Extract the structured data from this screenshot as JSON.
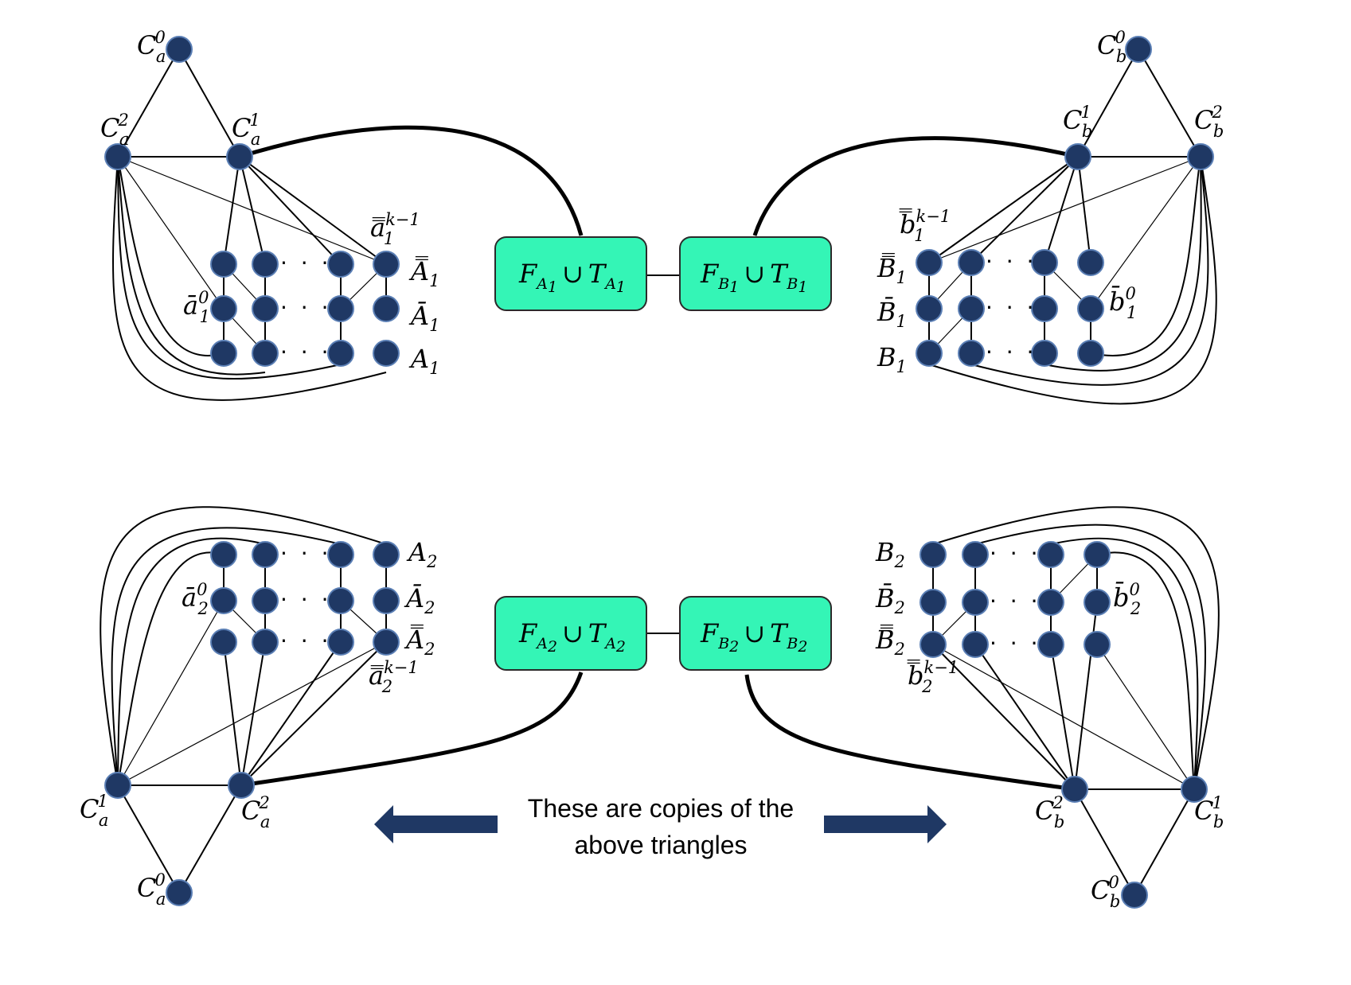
{
  "caption": {
    "line1": "These are copies of the",
    "line2": "above triangles"
  },
  "boxes": {
    "fa1": {
      "base1": "F",
      "sub1": "A",
      "subsub1": "1",
      "op": "∪",
      "base2": "T",
      "sub2": "A",
      "subsub2": "1"
    },
    "fb1": {
      "base1": "F",
      "sub1": "B",
      "subsub1": "1",
      "op": "∪",
      "base2": "T",
      "sub2": "B",
      "subsub2": "1"
    },
    "fa2": {
      "base1": "F",
      "sub1": "A",
      "subsub1": "2",
      "op": "∪",
      "base2": "T",
      "sub2": "A",
      "subsub2": "2"
    },
    "fb2": {
      "base1": "F",
      "sub1": "B",
      "subsub1": "2",
      "op": "∪",
      "base2": "T",
      "sub2": "B",
      "subsub2": "2"
    }
  },
  "labels": {
    "ca0_top": {
      "base": "C",
      "sub": "a",
      "sup": "0"
    },
    "ca1_top": {
      "base": "C",
      "sub": "a",
      "sup": "1"
    },
    "ca2_top": {
      "base": "C",
      "sub": "a",
      "sup": "2"
    },
    "cb0_top": {
      "base": "C",
      "sub": "b",
      "sup": "0"
    },
    "cb1_top": {
      "base": "C",
      "sub": "b",
      "sup": "1"
    },
    "cb2_top": {
      "base": "C",
      "sub": "b",
      "sup": "2"
    },
    "ca1_bot": {
      "base": "C",
      "sub": "a",
      "sup": "1"
    },
    "ca2_bot": {
      "base": "C",
      "sub": "a",
      "sup": "2"
    },
    "ca0_bot": {
      "base": "C",
      "sub": "a",
      "sup": "0"
    },
    "cb2_bot": {
      "base": "C",
      "sub": "b",
      "sup": "2"
    },
    "cb1_bot": {
      "base": "C",
      "sub": "b",
      "sup": "1"
    },
    "cb0_bot": {
      "base": "C",
      "sub": "b",
      "sup": "0"
    },
    "A1": {
      "base": "A",
      "sub": "1"
    },
    "A1bar": {
      "base": "Ā",
      "sub": "1"
    },
    "A1bb": {
      "base": "A̿",
      "sub": "1"
    },
    "A2": {
      "base": "A",
      "sub": "2"
    },
    "A2bar": {
      "base": "Ā",
      "sub": "2"
    },
    "A2bb": {
      "base": "A̿",
      "sub": "2"
    },
    "B1": {
      "base": "B",
      "sub": "1"
    },
    "B1bar": {
      "base": "B̄",
      "sub": "1"
    },
    "B1bb": {
      "base": "B̿",
      "sub": "1"
    },
    "B2": {
      "base": "B",
      "sub": "2"
    },
    "B2bar": {
      "base": "B̄",
      "sub": "2"
    },
    "B2bb": {
      "base": "B̿",
      "sub": "2"
    },
    "a1_0": {
      "base": "ā",
      "sub": "1",
      "sup": "0"
    },
    "a1_k": {
      "base": "a̿",
      "sub": "1",
      "sup": "k−1"
    },
    "a2_0": {
      "base": "ā",
      "sub": "2",
      "sup": "0"
    },
    "a2_k": {
      "base": "a̿",
      "sub": "2",
      "sup": "k−1"
    },
    "b1_0": {
      "base": "b̄",
      "sub": "1",
      "sup": "0"
    },
    "b1_k": {
      "base": "b̿",
      "sub": "1",
      "sup": "k−1"
    },
    "b2_0": {
      "base": "b̄",
      "sub": "2",
      "sup": "0"
    },
    "b2_k": {
      "base": "b̿",
      "sub": "2",
      "sup": "k−1"
    }
  },
  "dots": "· · ·",
  "colors": {
    "node_fill": "#1f3864",
    "box_fill": "#34f5b6",
    "arrow_fill": "#1f3864"
  }
}
